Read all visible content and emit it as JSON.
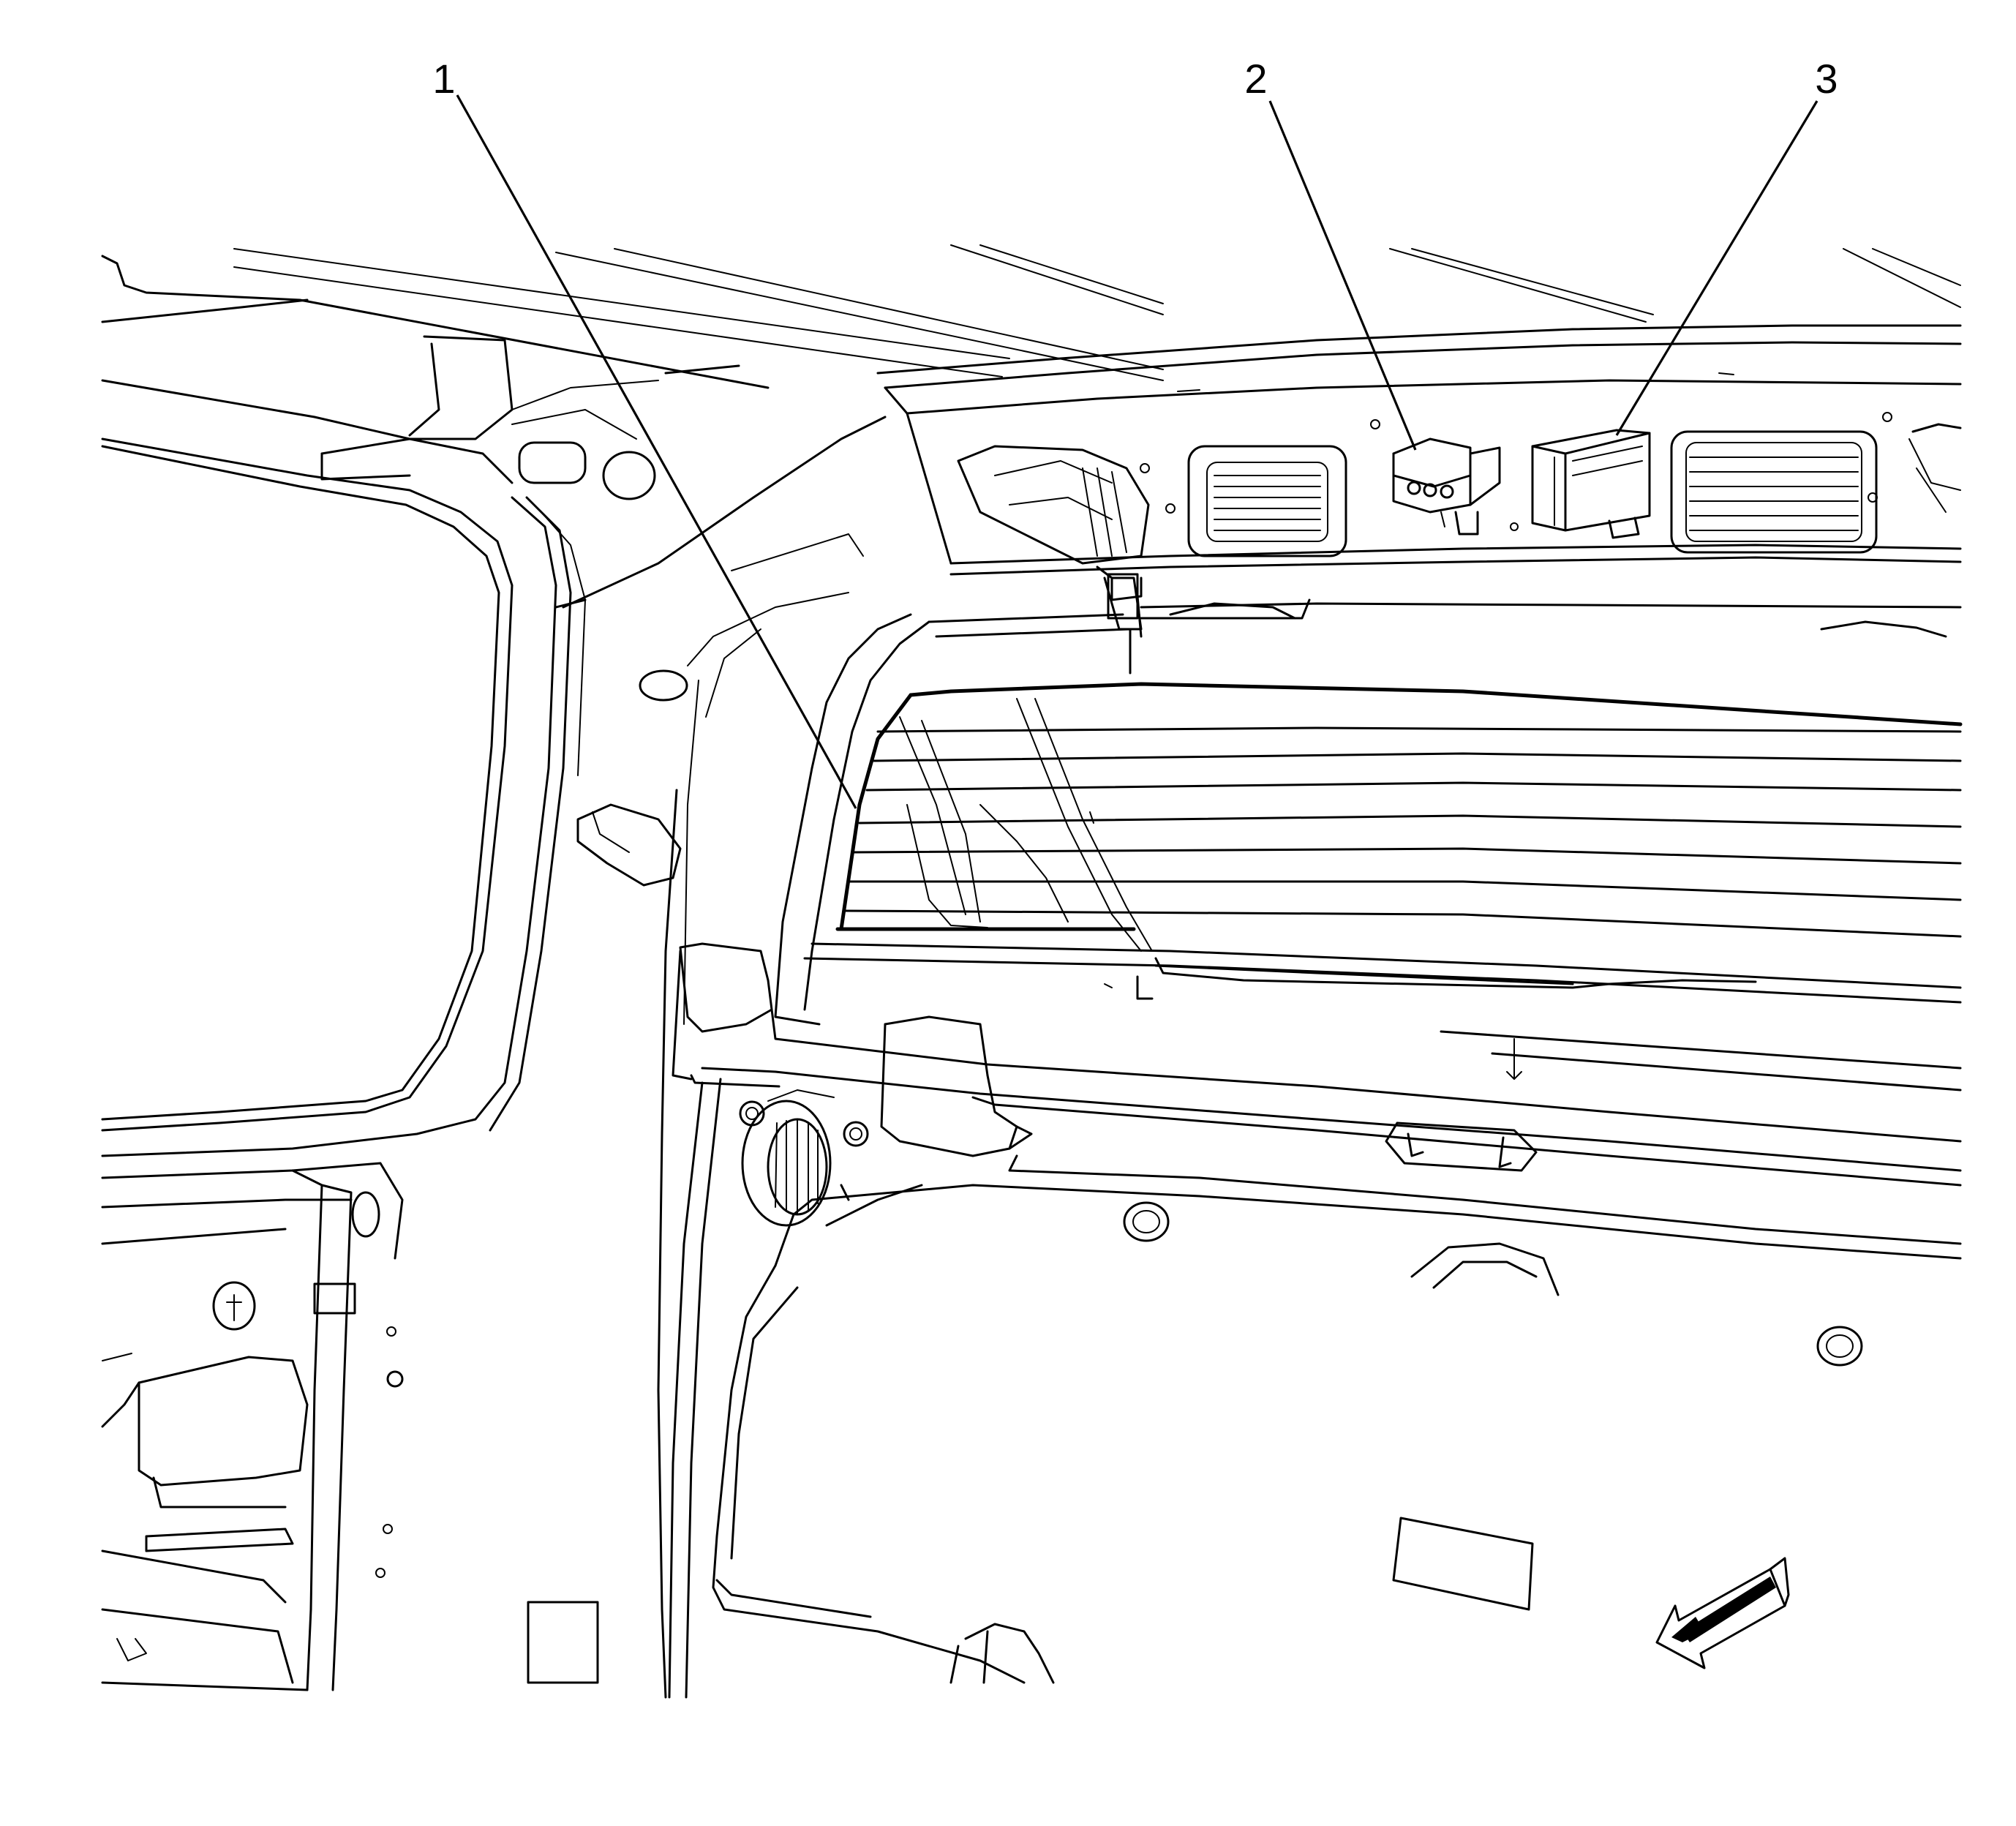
{
  "callouts": [
    {
      "label": "1"
    },
    {
      "label": "2"
    },
    {
      "label": "3"
    }
  ],
  "colors": {
    "line": "#000000",
    "background": "#ffffff"
  },
  "icons": [
    "direction-arrow-icon"
  ]
}
